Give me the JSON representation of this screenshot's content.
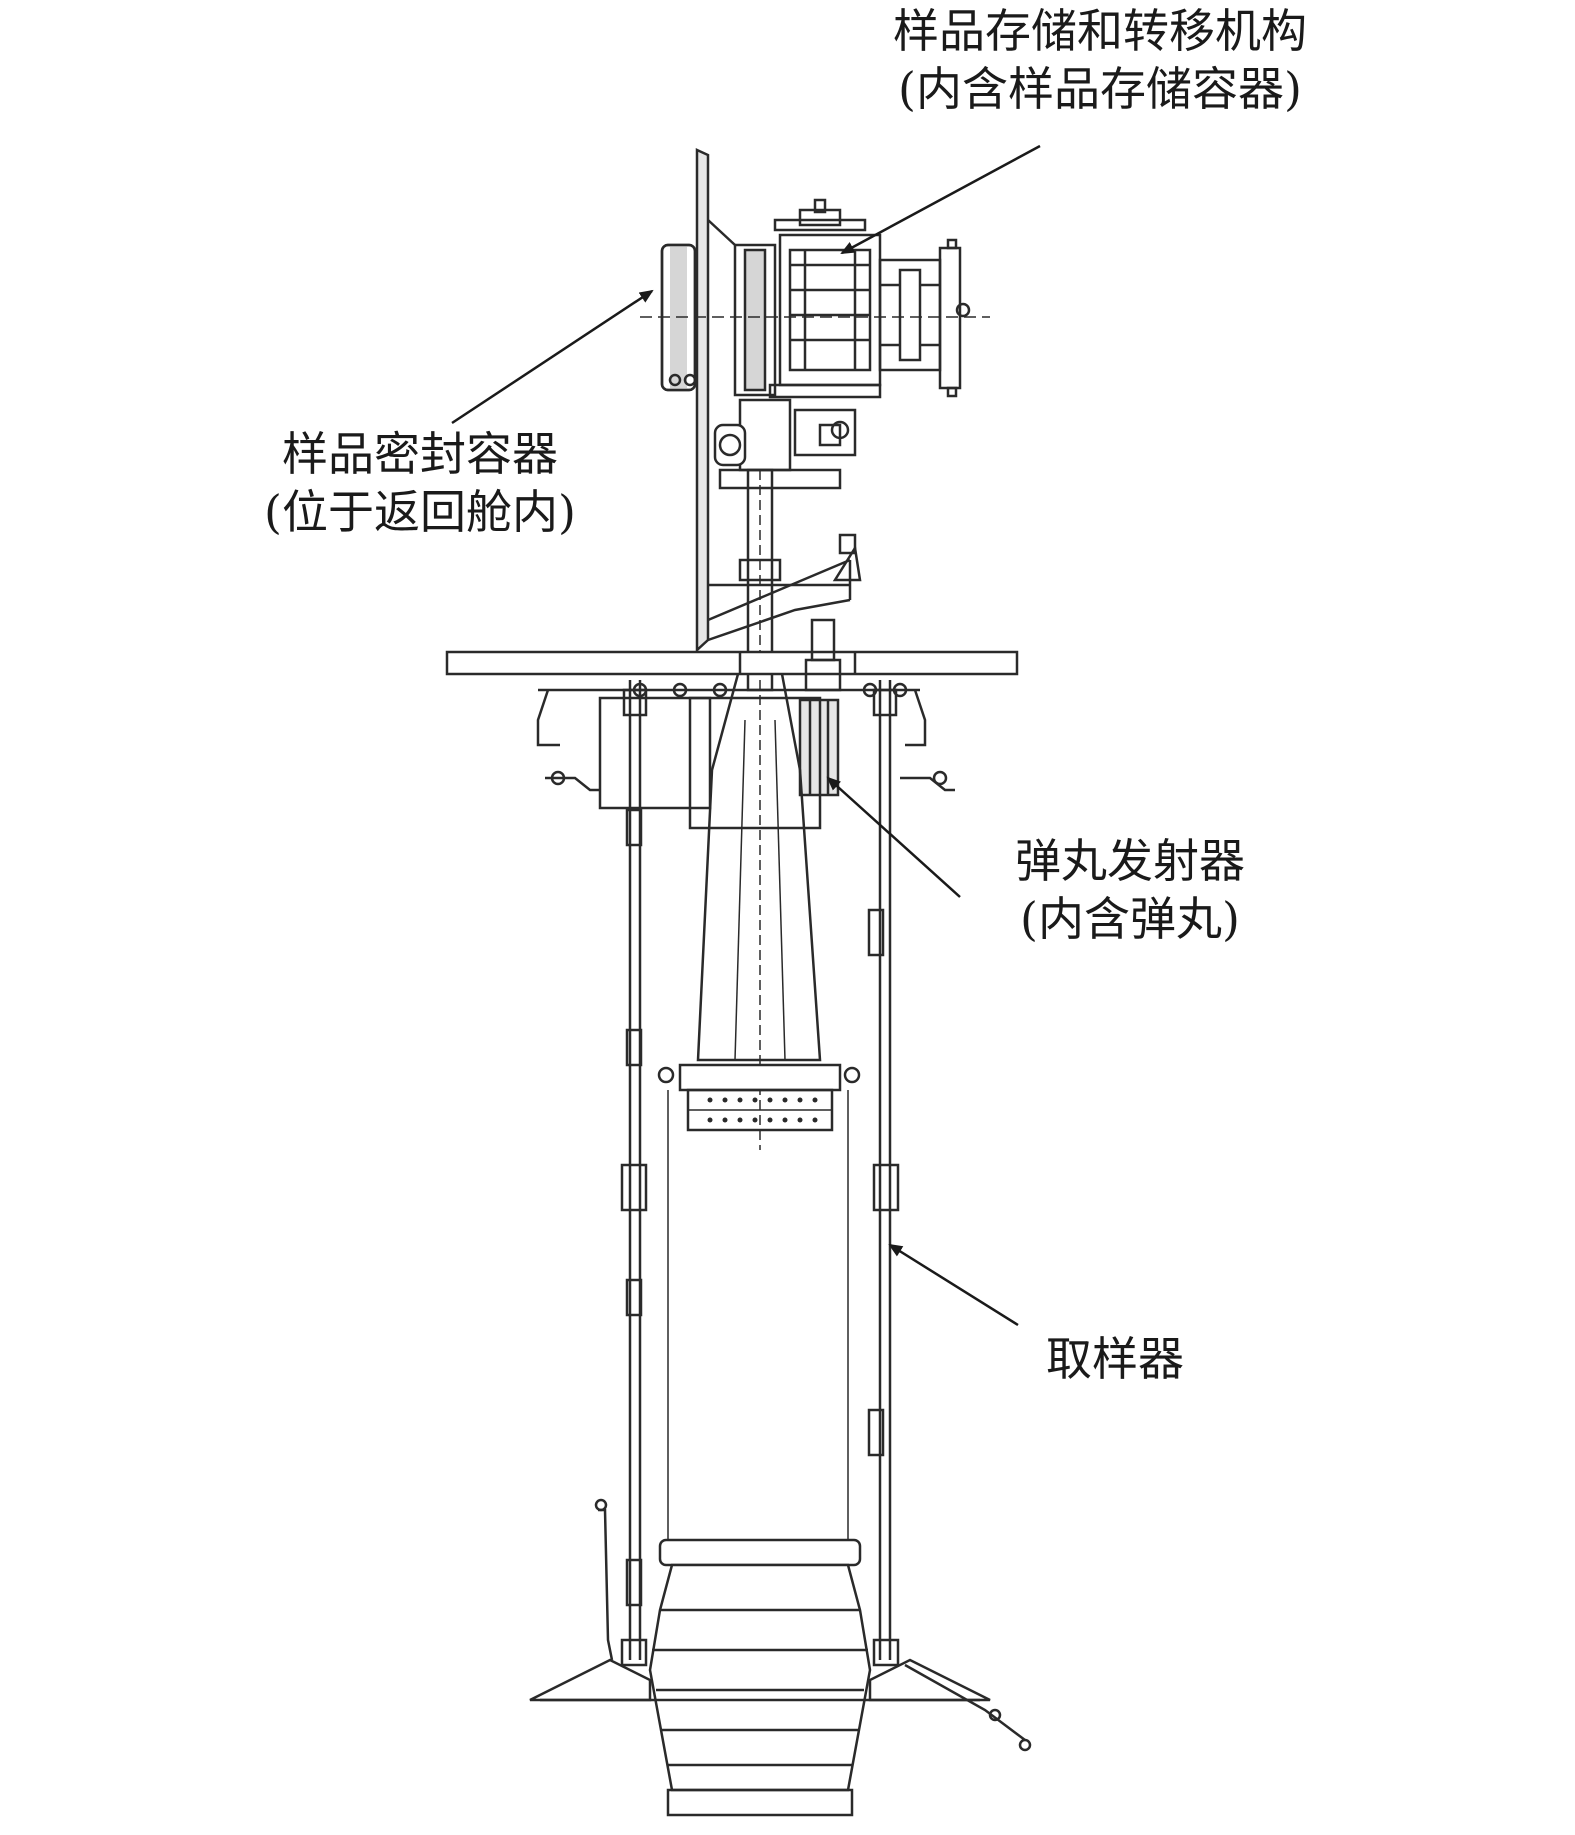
{
  "labels": {
    "storage_mechanism": {
      "line1": "样品存储和转移机构",
      "line2": "(内含样品存储容器)"
    },
    "sealed_container": {
      "line1": "样品密封容器",
      "line2": "(位于返回舱内)"
    },
    "pellet_launcher": {
      "line1": "弹丸发射器",
      "line2": "(内含弹丸)"
    },
    "sampler": {
      "line1": "取样器"
    }
  },
  "colors": {
    "line": "#2a2a2a",
    "fill": "#ffffff",
    "shade": "#d6d6d6",
    "text": "#1a1a1a"
  }
}
